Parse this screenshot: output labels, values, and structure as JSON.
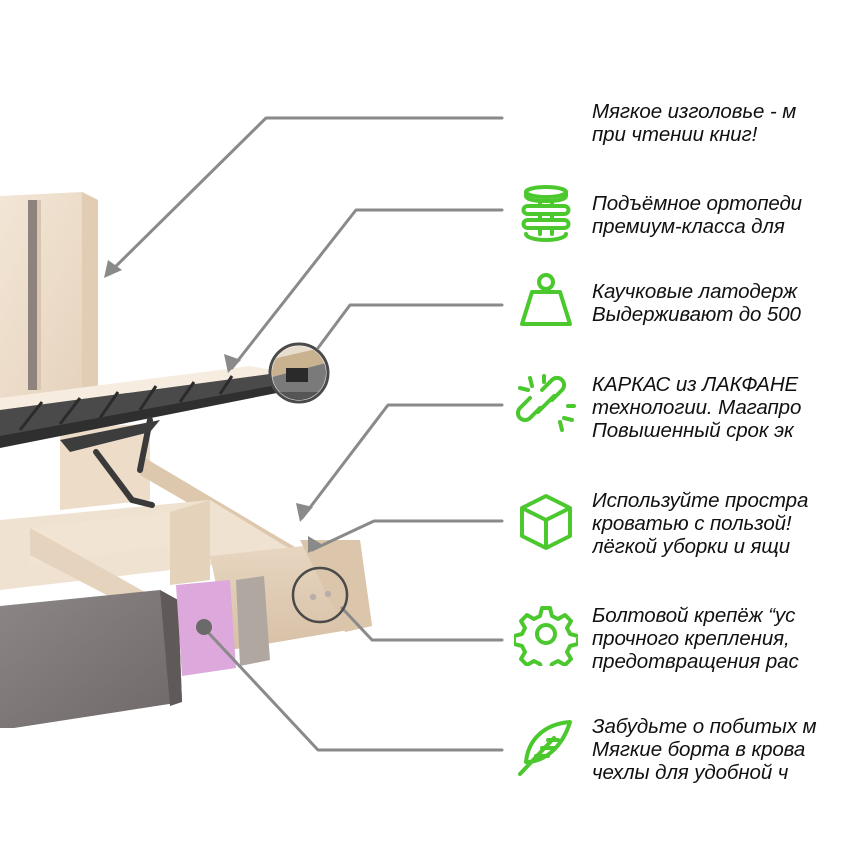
{
  "accent_color": "#4cc82f",
  "leader_line_color": "#8a8a8a",
  "features": [
    {
      "icon": "headboard",
      "lines": [
        "Мягкое изголовье - м",
        "при чтении книг!"
      ]
    },
    {
      "icon": "spring-stack-icon",
      "lines": [
        "Подъёмное ортопеди",
        "премиум-класса для"
      ]
    },
    {
      "icon": "weight-icon",
      "lines": [
        "Каучковые латодерж",
        "Выдерживают до 500"
      ]
    },
    {
      "icon": "broken-chain-icon",
      "lines": [
        "КАРКАС из ЛАКФАНЕ",
        "технологии. Магапро",
        "Повышенный срок эк"
      ]
    },
    {
      "icon": "box-icon",
      "lines": [
        "Используйте простра",
        "кроватью с пользой!",
        "лёгкой уборки и ящи"
      ]
    },
    {
      "icon": "gear-icon",
      "lines": [
        "Болтовой крепёж “ус",
        "прочного крепления,",
        "предотвращения рас"
      ]
    },
    {
      "icon": "feather-icon",
      "lines": [
        "Забудьте о побитых м",
        "Мягкие борта в крова",
        "чехлы для удобной ч"
      ]
    }
  ]
}
